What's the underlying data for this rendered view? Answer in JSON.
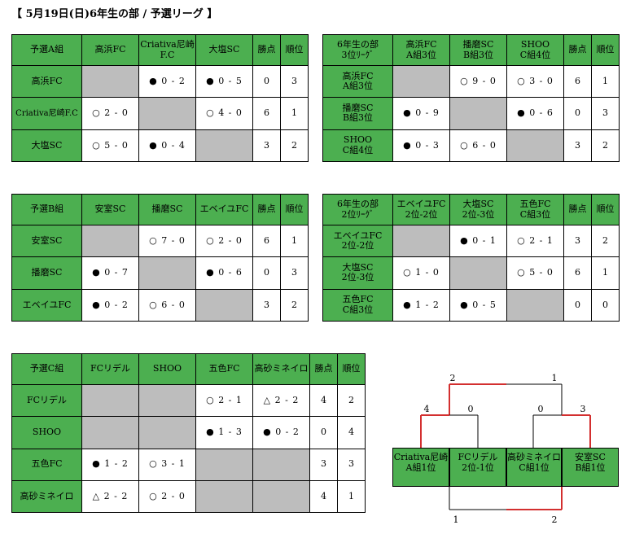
{
  "title": "【 5月19日(日)6年生の部 / 予選リーグ 】",
  "tables": [
    {
      "id": "a",
      "columns": [
        "予選A組",
        "高浜FC",
        "Criativa尼崎F.C",
        "大塩SC",
        "勝点",
        "順位"
      ],
      "rows": [
        {
          "team": "高浜FC",
          "r1": "",
          "r2": "● 0 - 2",
          "r3": "● 0 - 5",
          "pts": "0",
          "rank": "3"
        },
        {
          "team": "Criativa尼崎F.C",
          "r1": "○ 2 - 0",
          "r2": "",
          "r3": "○ 4 - 0",
          "pts": "6",
          "rank": "1"
        },
        {
          "team": "大塩SC",
          "r1": "○ 5 - 0",
          "r2": "● 0 - 4",
          "r3": "",
          "pts": "3",
          "rank": "2"
        }
      ]
    },
    {
      "id": "p3",
      "columns": [
        "6年生の部\n3位ﾘｰｸﾞ",
        "高浜FC\nA組3位",
        "播磨SC\nB組3位",
        "SHOO\nC組4位",
        "勝点",
        "順位"
      ],
      "rows": [
        {
          "team": "高浜FC\nA組3位",
          "r1": "",
          "r2": "○ 9 - 0",
          "r3": "○ 3 - 0",
          "pts": "6",
          "rank": "1"
        },
        {
          "team": "播磨SC\nB組3位",
          "r1": "● 0 - 9",
          "r2": "",
          "r3": "● 0 - 6",
          "pts": "0",
          "rank": "3"
        },
        {
          "team": "SHOO\nC組4位",
          "r1": "● 0 - 3",
          "r2": "○ 6 - 0",
          "r3": "",
          "pts": "3",
          "rank": "2"
        }
      ]
    },
    {
      "id": "b",
      "columns": [
        "予選B組",
        "安室SC",
        "播磨SC",
        "エベイユFC",
        "勝点",
        "順位"
      ],
      "rows": [
        {
          "team": "安室SC",
          "r1": "",
          "r2": "○ 7 - 0",
          "r3": "○ 2 - 0",
          "pts": "6",
          "rank": "1"
        },
        {
          "team": "播磨SC",
          "r1": "● 0 - 7",
          "r2": "",
          "r3": "● 0 - 6",
          "pts": "0",
          "rank": "3"
        },
        {
          "team": "エベイユFC",
          "r1": "● 0 - 2",
          "r2": "○ 6 - 0",
          "r3": "",
          "pts": "3",
          "rank": "2"
        }
      ]
    },
    {
      "id": "p2",
      "columns": [
        "6年生の部\n2位ﾘｰｸﾞ",
        "エベイユFC\n2位-2位",
        "大塩SC\n2位-3位",
        "五色FC\nC組3位",
        "勝点",
        "順位"
      ],
      "rows": [
        {
          "team": "エベイユFC\n2位-2位",
          "r1": "",
          "r2": "● 0 - 1",
          "r3": "○ 2 - 1",
          "pts": "3",
          "rank": "2"
        },
        {
          "team": "大塩SC\n2位-3位",
          "r1": "○ 1 - 0",
          "r2": "",
          "r3": "○ 5 - 0",
          "pts": "6",
          "rank": "1"
        },
        {
          "team": "五色FC\nC組3位",
          "r1": "● 1 - 2",
          "r2": "● 0 - 5",
          "r3": "",
          "pts": "0",
          "rank": "0"
        }
      ]
    },
    {
      "id": "c",
      "columns": [
        "予選C組",
        "FCリデル",
        "SHOO",
        "五色FC",
        "高砂ミネイロ",
        "勝点",
        "順位"
      ],
      "rows": [
        {
          "team": "FCリデル",
          "r1": "",
          "r2": "",
          "r3": "○ 2 - 1",
          "r4": "△ 2 - 2",
          "pts": "4",
          "rank": "2"
        },
        {
          "team": "SHOO",
          "r1": "",
          "r2": "",
          "r3": "● 1 - 3",
          "r4": "● 0 - 2",
          "pts": "0",
          "rank": "4"
        },
        {
          "team": "五色FC",
          "r1": "● 1 - 2",
          "r2": "○ 3 - 1",
          "r3": "",
          "r4": "",
          "pts": "3",
          "rank": "3"
        },
        {
          "team": "高砂ミネイロ",
          "r1": "△ 2 - 2",
          "r2": "○ 2 - 0",
          "r3": "",
          "r4": "",
          "pts": "4",
          "rank": "1"
        }
      ]
    }
  ],
  "bracket": {
    "teams": [
      {
        "name": "Criativa尼崎",
        "sub": "A組1位"
      },
      {
        "name": "FCリデル",
        "sub": "2位-1位"
      },
      {
        "name": "高砂ミネイロ",
        "sub": "C組1位"
      },
      {
        "name": "安室SC",
        "sub": "B組1位"
      }
    ],
    "scores": {
      "semi1_left": "4",
      "semi1_right": "0",
      "semi2_left": "0",
      "semi2_right": "3",
      "final_left": "2",
      "final_right": "1",
      "third_left": "1",
      "third_right": "2"
    },
    "colors": {
      "win_line": "#d32f2f",
      "line": "#000000",
      "box": "#4caf50"
    }
  }
}
